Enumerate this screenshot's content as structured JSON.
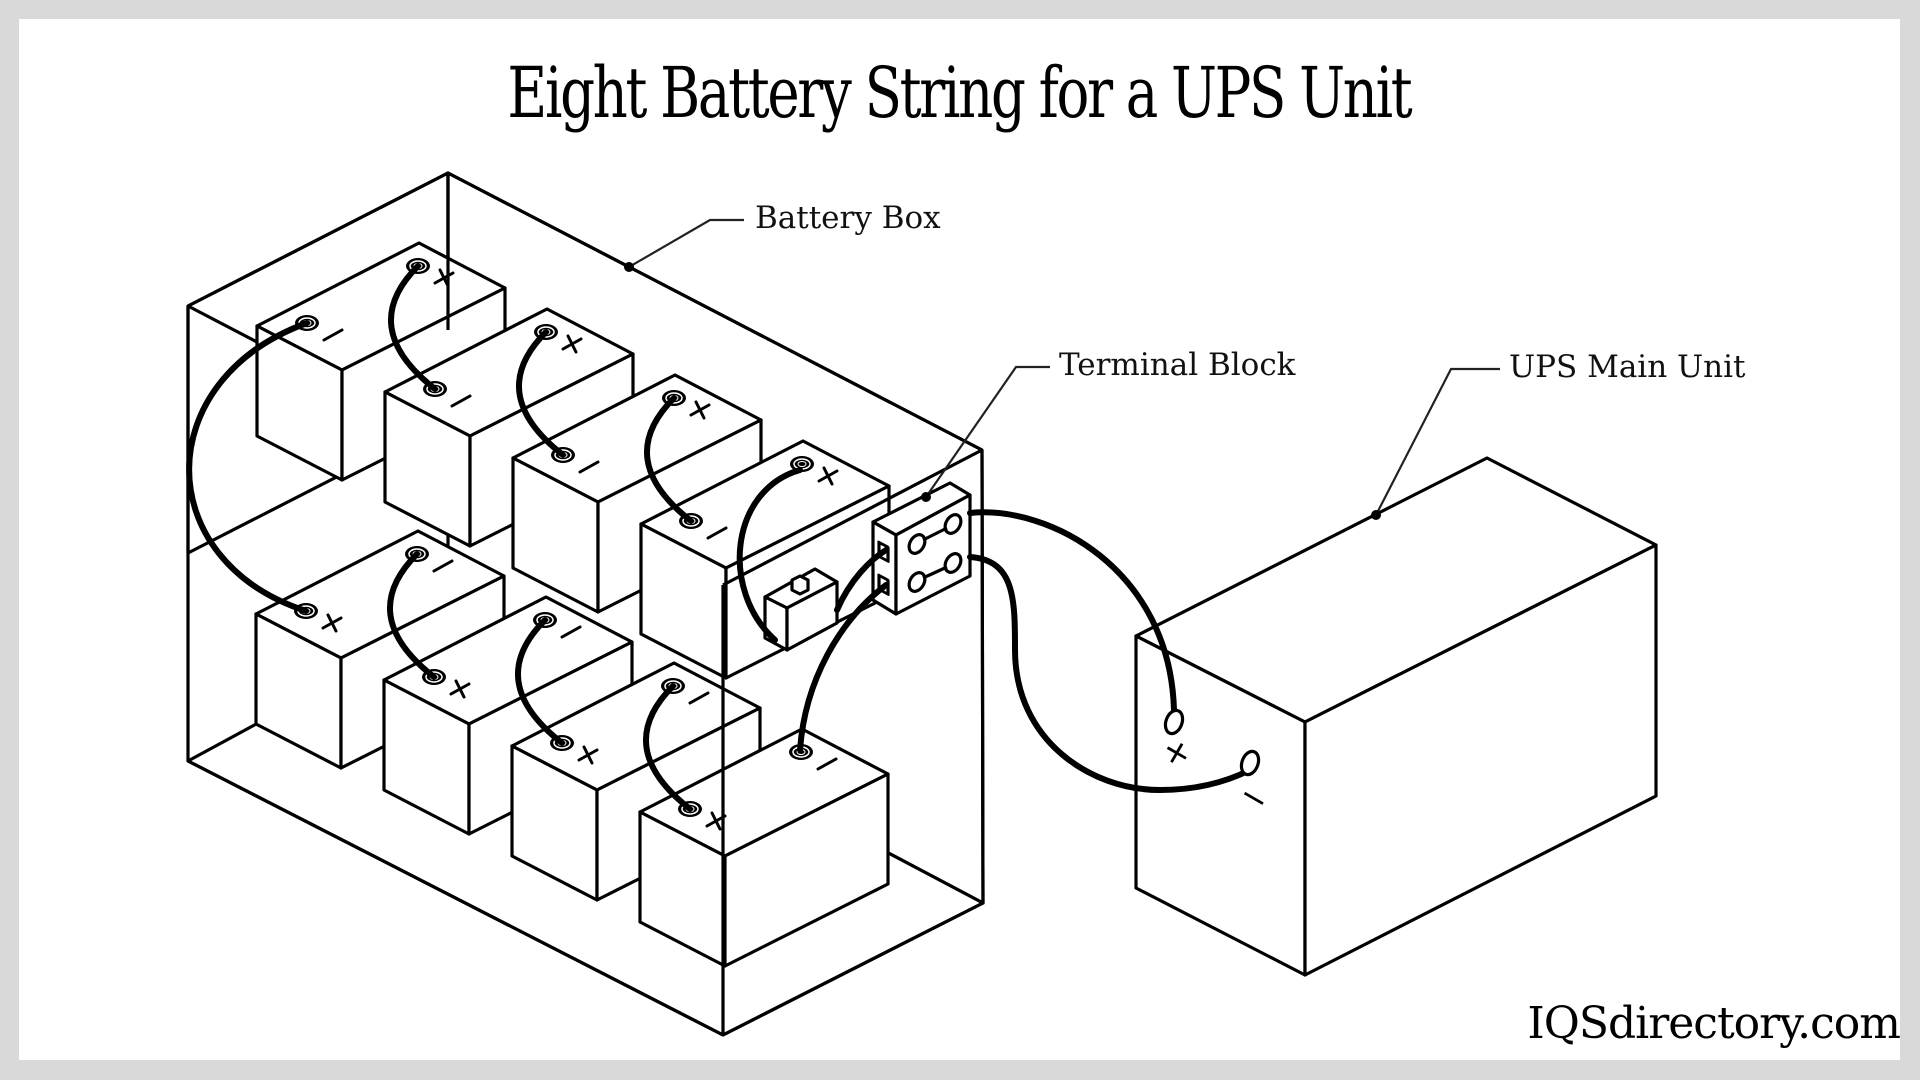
{
  "title": "Eight Battery String for a UPS Unit",
  "labels": {
    "battery_box": "Battery Box",
    "terminal_block": "Terminal Block",
    "ups_main_unit": "UPS Main Unit"
  },
  "watermark": "IQSdirectory.com",
  "batteries": [
    {
      "id": 1,
      "row": "top",
      "left_terminal": "−",
      "right_terminal": "+"
    },
    {
      "id": 2,
      "row": "top",
      "left_terminal": "−",
      "right_terminal": "+"
    },
    {
      "id": 3,
      "row": "top",
      "left_terminal": "−",
      "right_terminal": "+"
    },
    {
      "id": 4,
      "row": "top",
      "left_terminal": "−",
      "right_terminal": "+"
    },
    {
      "id": 5,
      "row": "bottom",
      "left_terminal": "+",
      "right_terminal": "−"
    },
    {
      "id": 6,
      "row": "bottom",
      "left_terminal": "+",
      "right_terminal": "−"
    },
    {
      "id": 7,
      "row": "bottom",
      "left_terminal": "+",
      "right_terminal": "−"
    },
    {
      "id": 8,
      "row": "bottom",
      "left_terminal": "+",
      "right_terminal": "−"
    }
  ],
  "ups_terminals": {
    "positive": "+",
    "negative": "−"
  },
  "colors": {
    "line": "#000000",
    "background": "#ffffff",
    "frame": "#d9d9d9"
  }
}
